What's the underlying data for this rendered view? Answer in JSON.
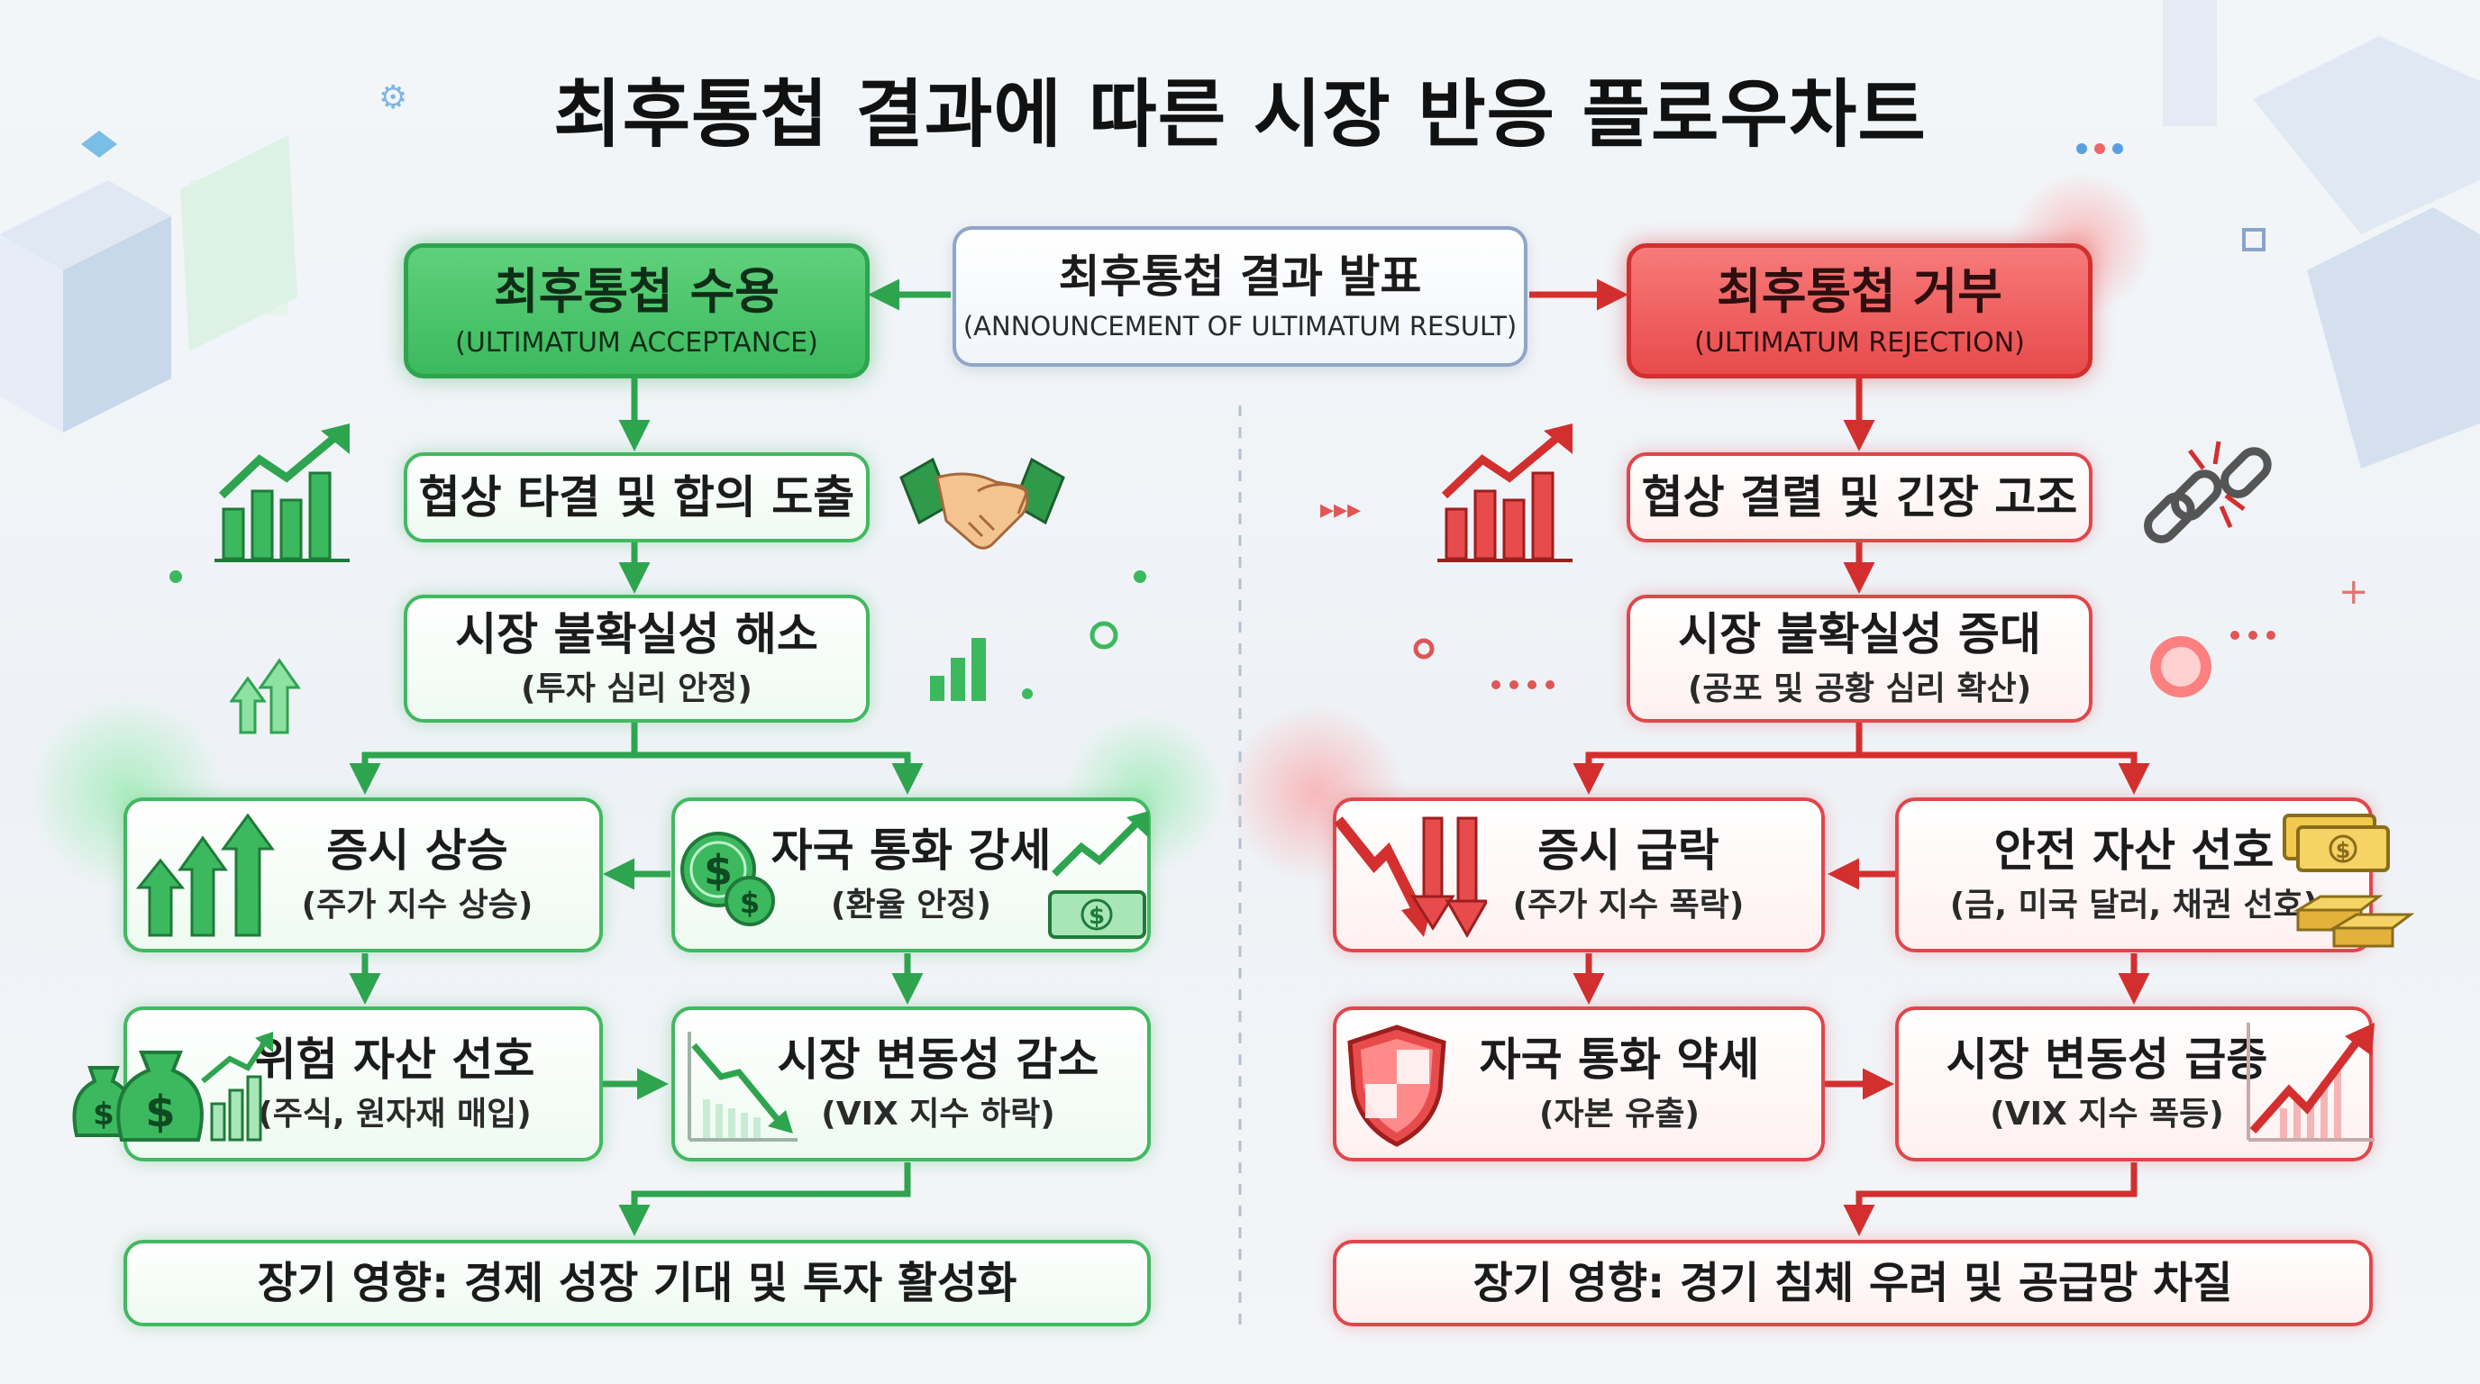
{
  "title": "최후통첩 결과에 따른 시장 반응 플로우차트",
  "center": {
    "title": "최후통첩 결과 발표",
    "subtitle": "(ANNOUNCEMENT OF ULTIMATUM RESULT)"
  },
  "accept": {
    "header": {
      "title": "최후통첩 수용",
      "subtitle": "(ULTIMATUM ACCEPTANCE)"
    },
    "step1": {
      "title": "협상 타결 및 합의 도출"
    },
    "step2": {
      "title": "시장 불확실성 해소",
      "subtitle": "(투자 심리 안정)"
    },
    "stock": {
      "title": "증시 상승",
      "subtitle": "(주가 지수 상승)"
    },
    "currency": {
      "title": "자국 통화 강세",
      "subtitle": "(환율 안정)"
    },
    "risk": {
      "title": "위험 자산 선호",
      "subtitle": "(주식, 원자재 매입)"
    },
    "volatility": {
      "title": "시장 변동성 감소",
      "subtitle": "(VIX 지수 하락)"
    },
    "longterm": {
      "title": "장기 영향: 경제 성장 기대 및 투자 활성화"
    }
  },
  "reject": {
    "header": {
      "title": "최후통첩 거부",
      "subtitle": "(ULTIMATUM REJECTION)"
    },
    "step1": {
      "title": "협상 결렬 및 긴장 고조"
    },
    "step2": {
      "title": "시장 불확실성 증대",
      "subtitle": "(공포 및 공황 심리 확산)"
    },
    "stock": {
      "title": "증시 급락",
      "subtitle": "(주가 지수 폭락)"
    },
    "safe": {
      "title": "안전 자산 선호",
      "subtitle": "(금, 미국 달러, 채권 선호)"
    },
    "currency": {
      "title": "자국 통화 약세",
      "subtitle": "(자본 유출)"
    },
    "volatility": {
      "title": "시장 변동성 급증",
      "subtitle": "(VIX 지수 폭등)"
    },
    "longterm": {
      "title": "장기 영향: 경기 침체 우려 및 공급망 차질"
    }
  },
  "colors": {
    "accept": "#2ea44f",
    "reject": "#d32f2f",
    "center": "#8fa6c8"
  },
  "icons": [
    "rising-bar-chart-icon",
    "handshake-icon",
    "up-arrows-icon",
    "dollar-coins-icon",
    "banknote-icon",
    "money-bags-icon",
    "declining-chart-icon",
    "falling-bar-chart-icon",
    "broken-chain-icon",
    "falling-arrows-icon",
    "gold-bars-icon",
    "shield-icon",
    "surging-chart-icon"
  ]
}
